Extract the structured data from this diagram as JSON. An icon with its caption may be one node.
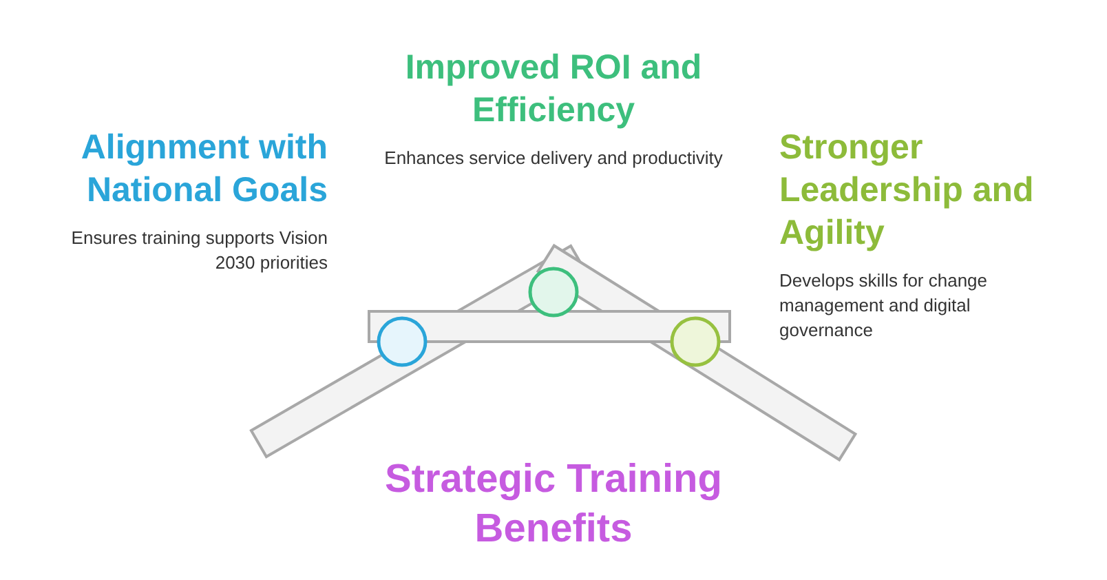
{
  "diagram": {
    "title": "Strategic Training Benefits",
    "nodes": [
      {
        "text": [
          "Alignment with National Goals",
          "Ensures training supports Vision 2030 priorities"
        ]
      },
      {
        "text": [
          "Improved ROI and Efficiency",
          "Enhances service delivery and productivity"
        ]
      },
      {
        "text": [
          "Stronger Leadership and Agility",
          "Develops skills for change management and digital governance"
        ]
      },
      {
        "text": [],
        "shape": "circle"
      },
      {
        "text": [],
        "shape": "circle"
      },
      {
        "text": [],
        "shape": "circle"
      }
    ]
  }
}
